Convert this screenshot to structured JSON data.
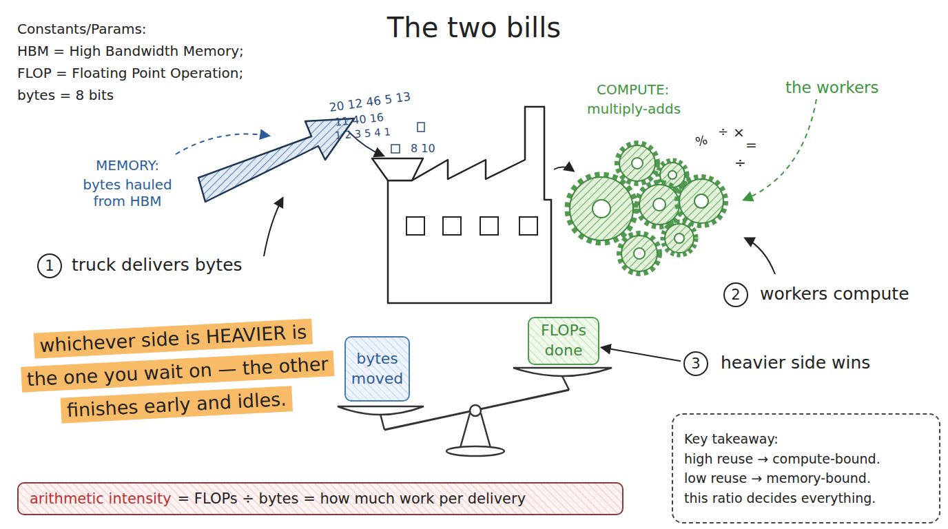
{
  "diagram": {
    "title": "The two bills",
    "nodes": [
      {
        "text": [
          "1"
        ]
      },
      {
        "text": [
          "2"
        ]
      },
      {
        "text": [
          "whichever side is HEAVIER is the one you wait on — the other finishes early and idles."
        ]
      },
      {
        "text": [
          "bytes moved"
        ]
      },
      {
        "text": [
          "FLOPs done"
        ]
      },
      {
        "text": [
          "3"
        ]
      },
      {
        "text": [
          "arithmetic intensity",
          "= FLOPs ÷ bytes = how much work per delivery"
        ]
      },
      {
        "text": [
          "Key takeaway:",
          "high reuse → compute-bound.",
          "low reuse → memory-bound.",
          "this ratio decides everything."
        ]
      }
    ],
    "edges": [
      {
        "from": 5,
        "to": 4,
        "arrow": "to"
      }
    ],
    "labels": [
      "Constants/Params:",
      "HBM = High Bandwidth Memory;",
      "FLOP = Floating Point Operation;",
      "bytes = 8 bits",
      "MEMORY:",
      "bytes hauled from HBM",
      "20 12 46 5 13",
      "11 40 16",
      "1 2 3 5 4 1",
      "8 10",
      "COMPUTE:",
      "multiply-adds",
      "the workers",
      "%",
      "÷",
      "×",
      "=",
      "÷",
      "truck delivers bytes",
      "workers compute",
      "heavier side wins"
    ]
  }
}
